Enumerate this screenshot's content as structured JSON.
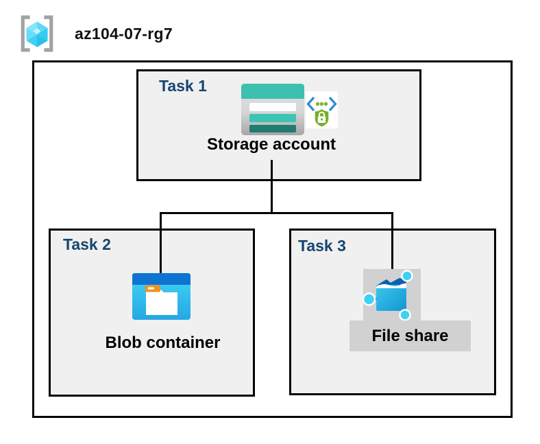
{
  "header": {
    "resource_group": "az104-07-rg7",
    "icon": "resource-group-icon"
  },
  "tasks": [
    {
      "label": "Task 1",
      "item": "Storage account",
      "icons": [
        "storage-account-icon",
        "code-shield-lock-icon"
      ]
    },
    {
      "label": "Task 2",
      "item": "Blob container",
      "icons": [
        "blob-container-icon"
      ]
    },
    {
      "label": "Task 3",
      "item": "File share",
      "icons": [
        "file-share-icon"
      ]
    }
  ],
  "connections": [
    {
      "from": "Storage account",
      "to": "Blob container"
    },
    {
      "from": "Storage account",
      "to": "File share"
    }
  ],
  "colors": {
    "task_label_navy": "#17466e",
    "box_fill": "#f0f0f0",
    "box_border": "#000000",
    "highlight_gray": "#d1d1d1",
    "storage_teal": "#3ec0b0",
    "storage_teal_dark": "#207b71",
    "blob_bar_blue": "#0d74d1",
    "blob_body_cyan": "#2fc1ee",
    "blob_tab_orange": "#f3921d",
    "fileshare_cyan": "#3cc8ef",
    "fileshare_navy": "#0b61b0",
    "shield_green": "#74b12a",
    "bracket_blue": "#2b8ad6",
    "cube_cyan": "#5cd9f7",
    "bracket_gray": "#a2a2a2"
  }
}
